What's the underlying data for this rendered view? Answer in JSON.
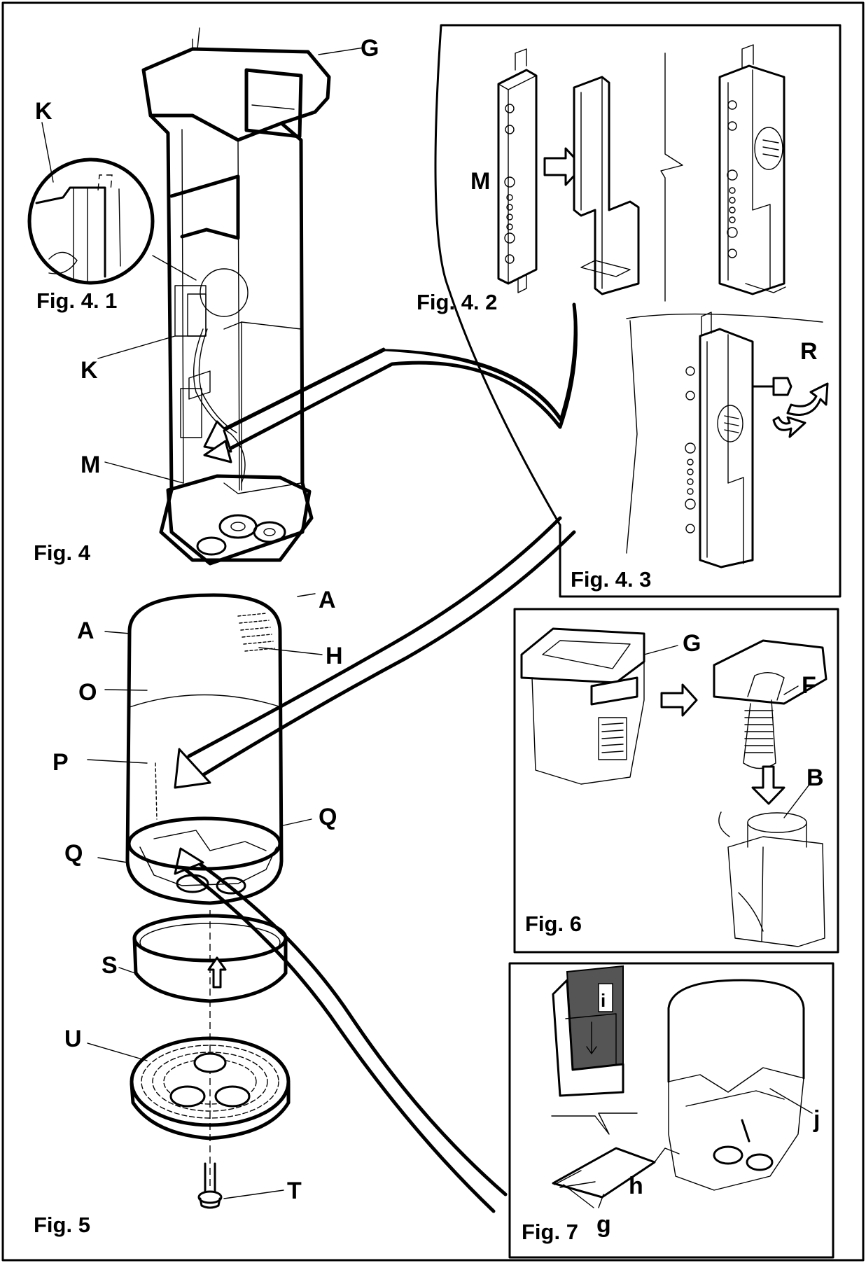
{
  "figures": {
    "fig4": "Fig. 4",
    "fig4_1": "Fig. 4. 1",
    "fig4_2": "Fig. 4. 2",
    "fig4_3": "Fig. 4. 3",
    "fig5": "Fig. 5",
    "fig6": "Fig. 6",
    "fig7": "Fig. 7"
  },
  "labels": {
    "G": "G",
    "K": "K",
    "M": "M",
    "R": "R",
    "A": "A",
    "H": "H",
    "O": "O",
    "P": "P",
    "Q": "Q",
    "S": "S",
    "U": "U",
    "T": "T",
    "F": "F",
    "B": "B",
    "i": "i",
    "j": "j",
    "h": "h",
    "g": "g"
  },
  "icons": {
    "arrows": "curved-arrow-icon",
    "rotation": "rotate-arrow-icon"
  }
}
